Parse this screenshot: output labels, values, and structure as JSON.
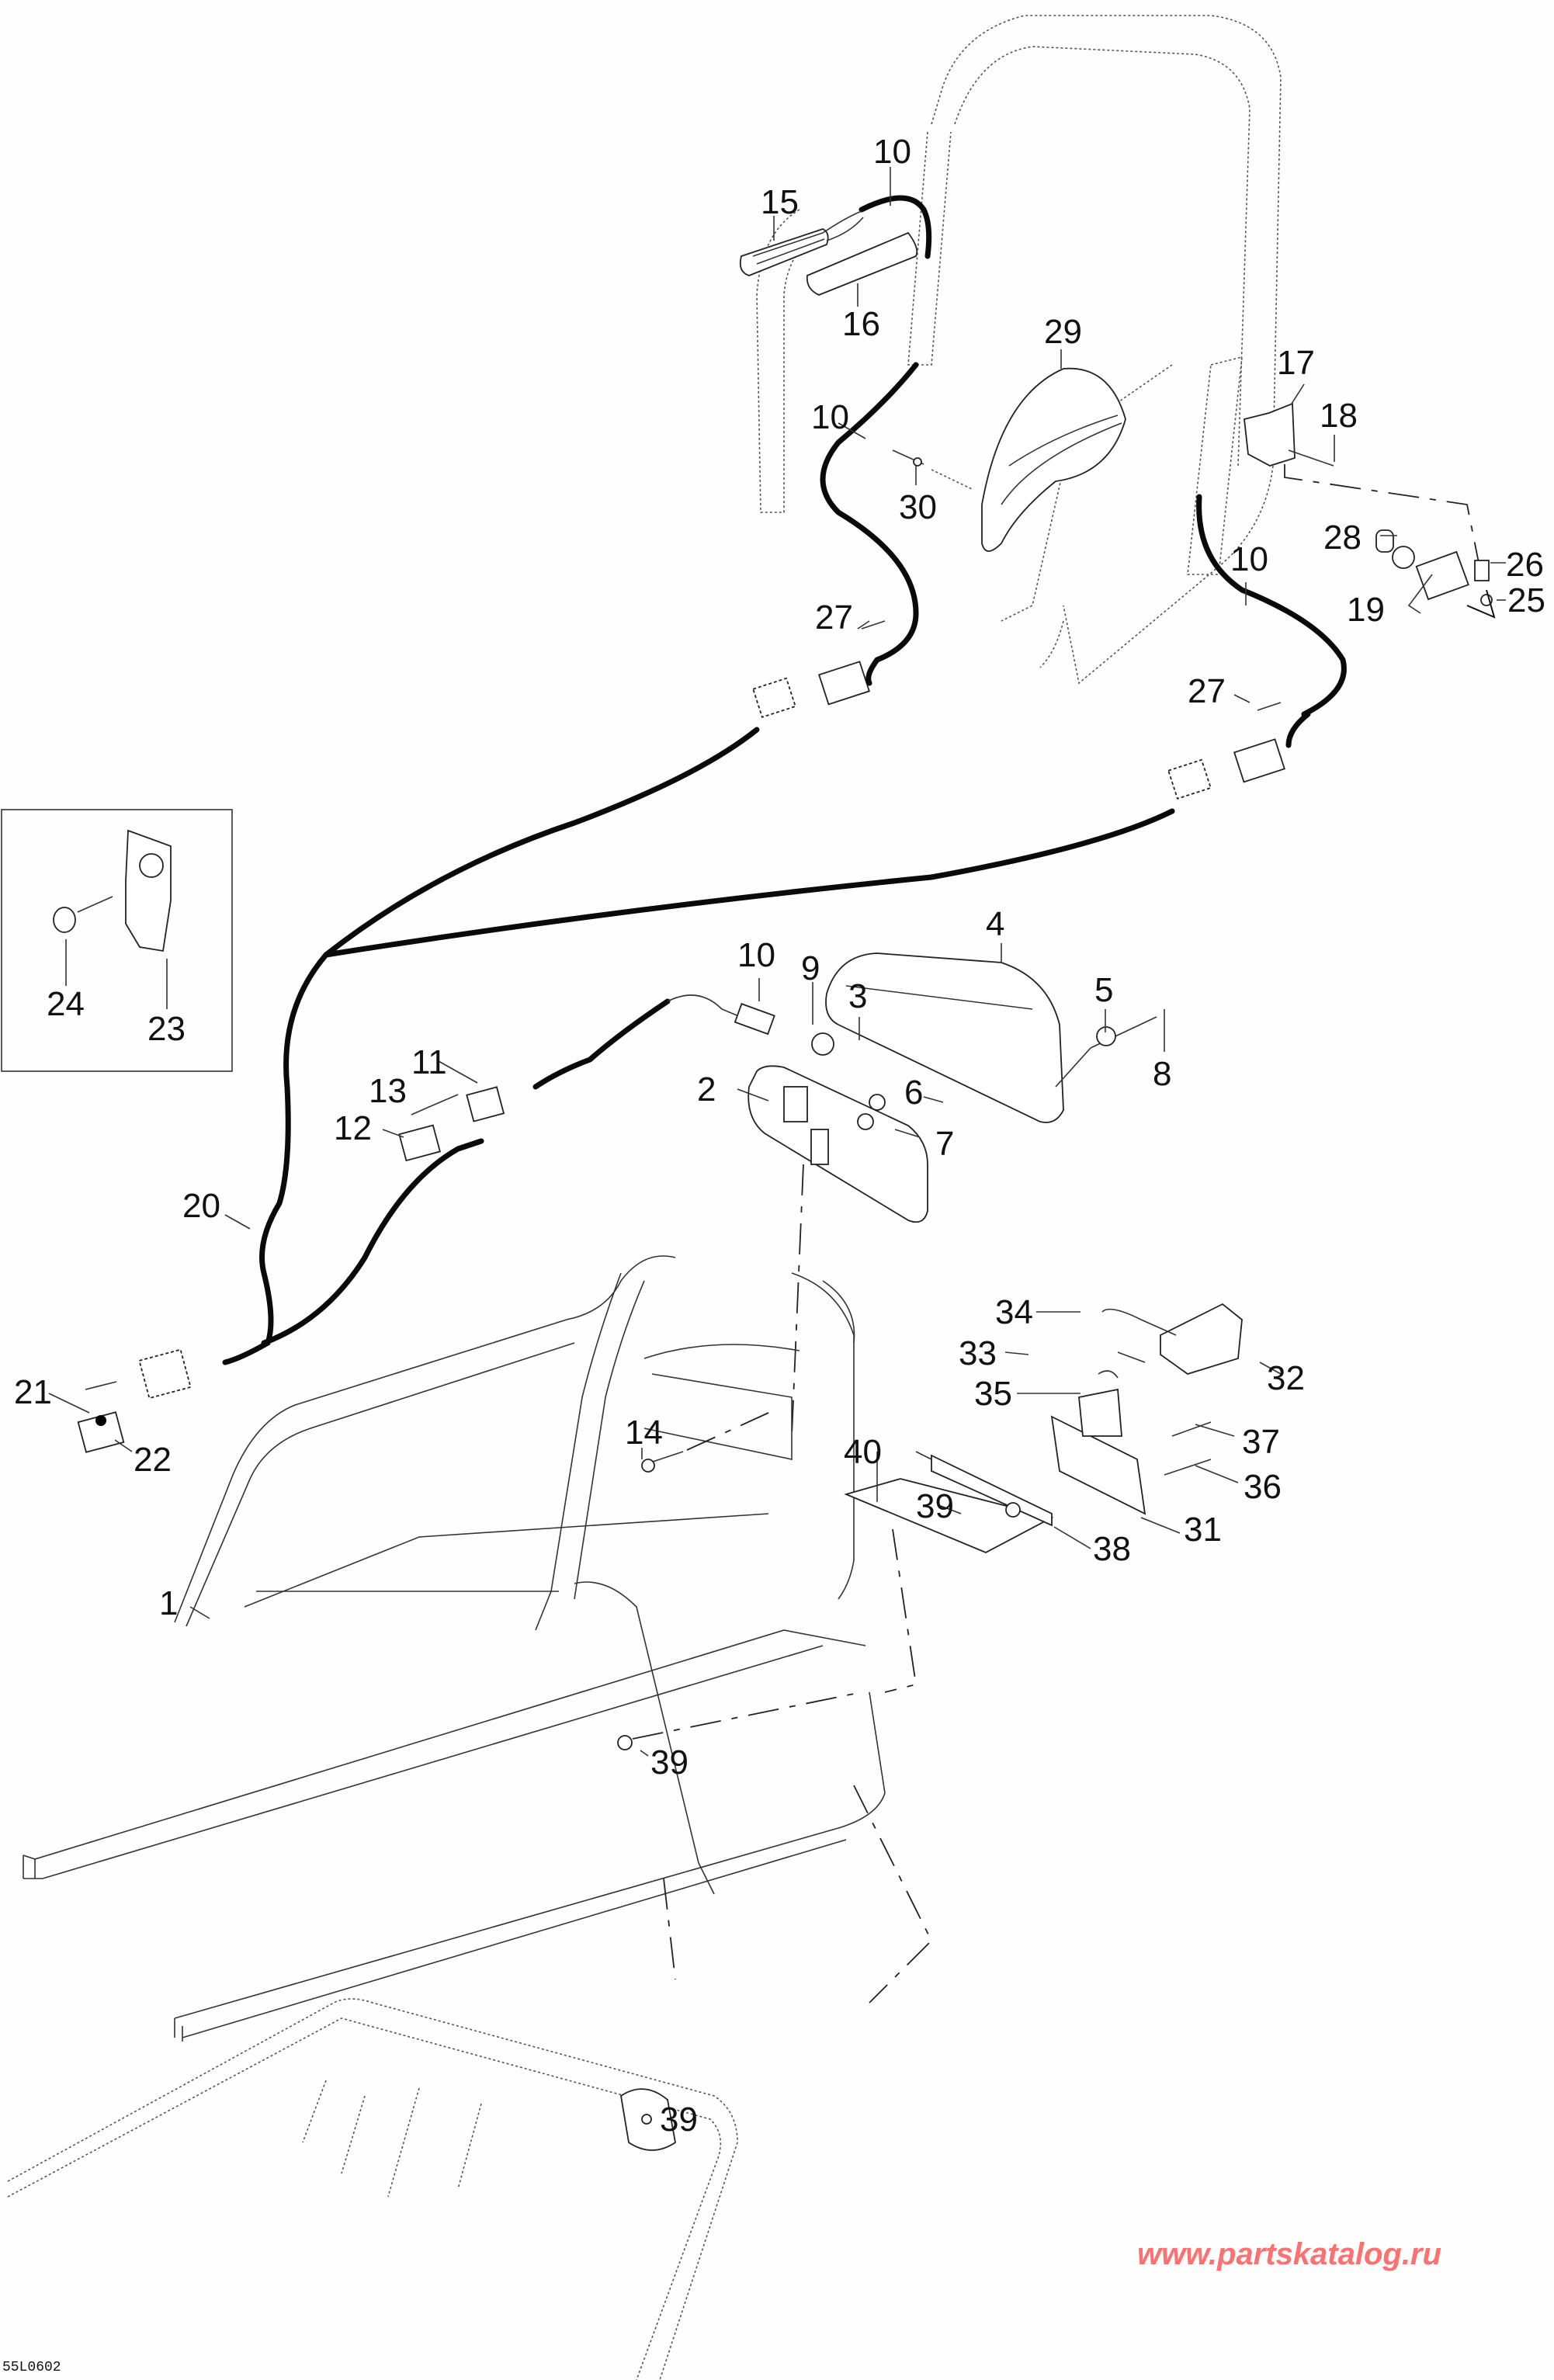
{
  "diagram": {
    "figure_id": "55L0602",
    "watermark": "www.partskatalog.ru",
    "colors": {
      "line": "#111111",
      "watermark": "#ff7070",
      "background": "#fdfefd"
    },
    "callouts": {
      "c1": "1",
      "c2": "2",
      "c3": "3",
      "c4": "4",
      "c5": "5",
      "c6": "6",
      "c7": "7",
      "c8": "8",
      "c9": "9",
      "c10a": "10",
      "c10b": "10",
      "c10c": "10",
      "c10d": "10",
      "c11": "11",
      "c12": "12",
      "c13": "13",
      "c14": "14",
      "c15": "15",
      "c16": "16",
      "c17": "17",
      "c18": "18",
      "c19": "19",
      "c20": "20",
      "c21": "21",
      "c22": "22",
      "c23": "23",
      "c24": "24",
      "c25": "25",
      "c26": "26",
      "c27a": "27",
      "c27b": "27",
      "c28": "28",
      "c29": "29",
      "c30": "30",
      "c31": "31",
      "c32": "32",
      "c33": "33",
      "c34": "34",
      "c35": "35",
      "c36": "36",
      "c37": "37",
      "c38": "38",
      "c39a": "39",
      "c39b": "39",
      "c39c": "39",
      "c40": "40"
    }
  }
}
